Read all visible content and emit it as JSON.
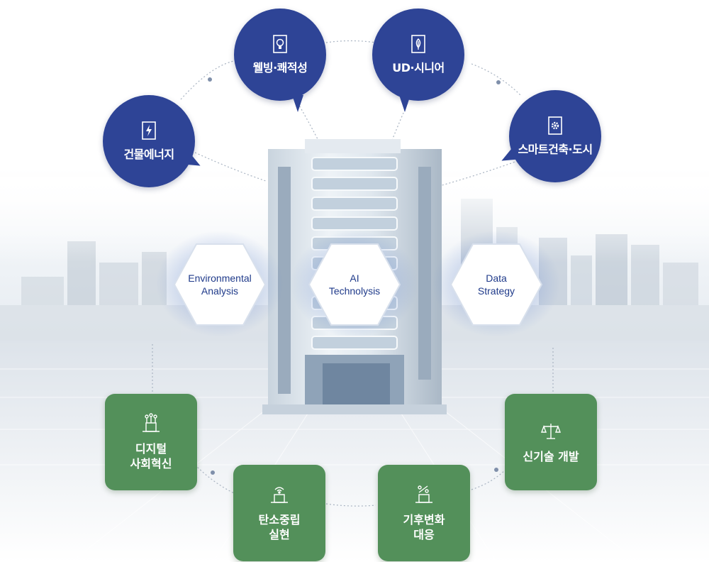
{
  "top_bubbles": [
    {
      "label": "건물에너지",
      "icon": "lightning-panel-icon"
    },
    {
      "label": "웰빙·쾌적성",
      "icon": "lightbulb-icon"
    },
    {
      "label": "UD·시니어",
      "icon": "leaf-panel-icon"
    },
    {
      "label": "스마트건축·도시",
      "icon": "gear-panel-icon"
    }
  ],
  "hexagons": [
    {
      "label_line1": "Environmental",
      "label_line2": "Analysis"
    },
    {
      "label_line1": "AI",
      "label_line2": "Technolysis"
    },
    {
      "label_line1": "Data",
      "label_line2": "Strategy"
    }
  ],
  "bottom_boxes": [
    {
      "line1": "디지털",
      "line2": "사회혁신",
      "icon": "network-building-icon"
    },
    {
      "line1": "탄소중립",
      "line2": "실현",
      "icon": "wifi-building-icon"
    },
    {
      "line1": "기후변화",
      "line2": "대응",
      "icon": "percent-building-icon"
    },
    {
      "line1": "신기술 개발",
      "line2": "",
      "icon": "balance-scale-icon"
    }
  ],
  "colors": {
    "bubble": "#2e4496",
    "box": "#53905a",
    "hex_text": "#1f3a8a"
  }
}
